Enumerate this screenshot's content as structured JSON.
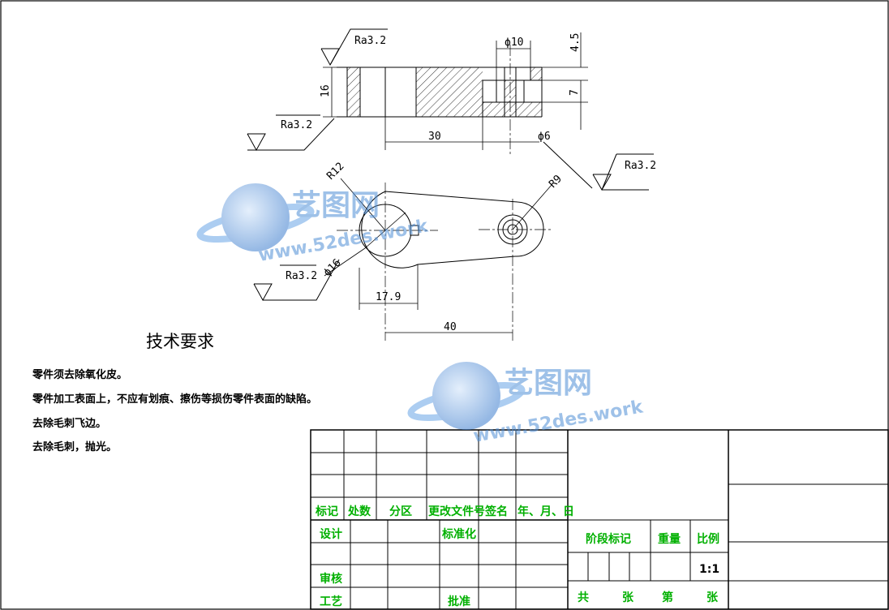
{
  "drawing": {
    "dims": {
      "d10": "ϕ10",
      "h45": "4.5",
      "h16": "16",
      "h7": "7",
      "l30": "30",
      "d6": "ϕ6",
      "r12": "R12",
      "r9": "R9",
      "d16": "ϕ16",
      "l179": "17.9",
      "l40": "40"
    },
    "roughness": [
      "Ra3.2",
      "Ra3.2",
      "Ra3.2",
      "Ra3.2"
    ]
  },
  "requirements": {
    "title": "技术要求",
    "items": [
      "零件须去除氧化皮。",
      "零件加工表面上，不应有划痕、擦伤等损伤零件表面的缺陷。",
      "去除毛刺飞边。",
      "去除毛刺，抛光。"
    ]
  },
  "title_block": {
    "headers": [
      "标记",
      "处数",
      "分区",
      "更改文件号",
      "签名",
      "年、月、日"
    ],
    "design": "设计",
    "standardize": "标准化",
    "review": "审核",
    "process": "工艺",
    "approve": "批准",
    "stage_mark": "阶段标记",
    "weight": "重量",
    "scale_label": "比例",
    "scale_value": "1:1",
    "total": "共",
    "sheet1": "张",
    "page": "第",
    "sheet2": "张"
  },
  "watermark": {
    "brand": "艺图网",
    "url": "www.52des.work"
  },
  "colors": {
    "title_block_text": "#00b000",
    "watermark": "#4f8fd6"
  }
}
